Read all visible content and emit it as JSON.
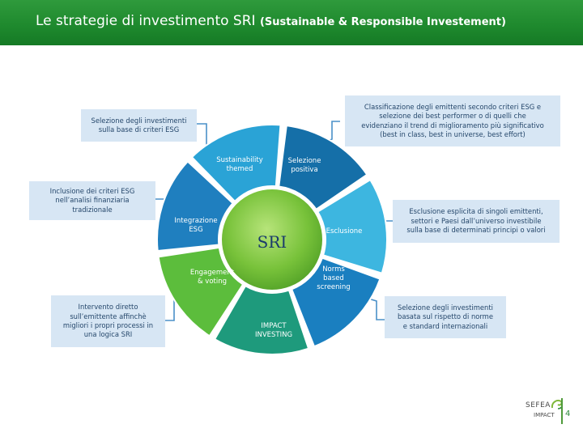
{
  "header": {
    "title": "Le strategie di investimento SRI",
    "subtitle": "(Sustainable & Responsible Investement)"
  },
  "center_label": "SRI",
  "segments": [
    {
      "id": "sustainability-themed",
      "label_lines": [
        "Sustainability",
        "themed"
      ],
      "color": "#2aa3d6"
    },
    {
      "id": "selezione-positiva",
      "label_lines": [
        "Selezione",
        "positiva"
      ],
      "color": "#156fa8"
    },
    {
      "id": "esclusione",
      "label_lines": [
        "Esclusione"
      ],
      "color": "#3db6e0"
    },
    {
      "id": "norms-based-screening",
      "label_lines": [
        "Norms",
        "based",
        "screening"
      ],
      "color": "#1a7fc0"
    },
    {
      "id": "impact-investing",
      "label_lines": [
        "IMPACT",
        "INVESTING"
      ],
      "color": "#1e9a7c"
    },
    {
      "id": "engagement-voting",
      "label_lines": [
        "Engagement",
        "& voting"
      ],
      "color": "#5cbd3c"
    },
    {
      "id": "integrazione-esg",
      "label_lines": [
        "Integrazione",
        "ESG"
      ],
      "color": "#1f7fbf"
    }
  ],
  "callouts": {
    "selezione_esg": [
      "Selezione degli investimenti",
      "sulla base di criteri ESG"
    ],
    "classificazione": [
      "Classificazione degli emittenti secondo criteri ESG e",
      "selezione dei best performer o di quelli che",
      "evidenziano il trend di miglioramento più significativo",
      "(best in class, best in universe, best effort)"
    ],
    "inclusione": [
      "Inclusione dei criteri ESG",
      "nell’analisi finanziaria",
      "tradizionale"
    ],
    "esclusione": [
      "Esclusione esplicita di singoli emittenti,",
      "settori e Paesi dall’universo investibile",
      "sulla base di determinati principi o valori"
    ],
    "intervento": [
      "Intervento diretto",
      "sull’emittente affinchè",
      "migliori i propri processi in",
      "una logica SRI"
    ],
    "norme": [
      "Selezione degli investimenti",
      "basata sul rispetto di norme",
      "e standard internazionali"
    ]
  },
  "footer": {
    "logo_text": "SEFEA",
    "logo_sub": "IMPACT",
    "page_number": "4"
  },
  "colors": {
    "header_green": "#1f8a2e",
    "callout_fill": "#d7e6f4",
    "callout_text": "#25476b",
    "connector_blue": "#4a90c8",
    "center_green": "#78c23a"
  }
}
